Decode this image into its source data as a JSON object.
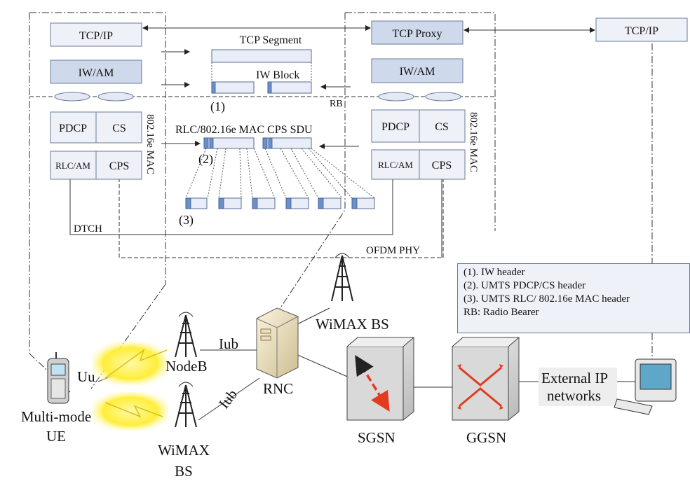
{
  "ue_stack": {
    "tcpip": "TCP/IP",
    "iwam": "IW/AM",
    "pdcp": "PDCP",
    "cs": "CS",
    "rlc_am": "RLC/AM",
    "cps": "CPS",
    "mac_label": "802.16e MAC"
  },
  "proxy_stack": {
    "tcp_proxy": "TCP Proxy",
    "iwam": "IW/AM",
    "pdcp": "PDCP",
    "cs": "CS",
    "rlc_am": "RLC/AM",
    "cps": "CPS",
    "mac_label": "802.16e MAC"
  },
  "host_stack": {
    "tcpip": "TCP/IP"
  },
  "segmentation": {
    "tcp_segment": "TCP Segment",
    "iw_block": "IW Block",
    "rb": "RB",
    "marker_1": "(1)",
    "rlc_sdu": "RLC/802.16e MAC CPS SDU",
    "marker_2": "(2)",
    "marker_3": "(3)"
  },
  "channels": {
    "dtch": "DTCH",
    "ofdm_phy": "OFDM PHY"
  },
  "network": {
    "uu": "Uu",
    "ue_line1": "Multi-mode",
    "ue_line2": "UE",
    "nodeb": "NodeB",
    "iub_top": "Iub",
    "iub_bottom": "Iub",
    "rnc": "RNC",
    "wimax_bs_top": "WiMAX BS",
    "wimax_bs_bottom_line1": "WiMAX",
    "wimax_bs_bottom_line2": "BS",
    "sgsn": "SGSN",
    "ggsn": "GGSN",
    "ext_line1": "External IP",
    "ext_line2": "networks"
  },
  "legend": {
    "item1": "(1). IW header",
    "item2": "(2). UMTS PDCP/CS header",
    "item3": "(3). UMTS RLC/ 802.16e MAC header",
    "item4": "RB: Radio Bearer"
  }
}
